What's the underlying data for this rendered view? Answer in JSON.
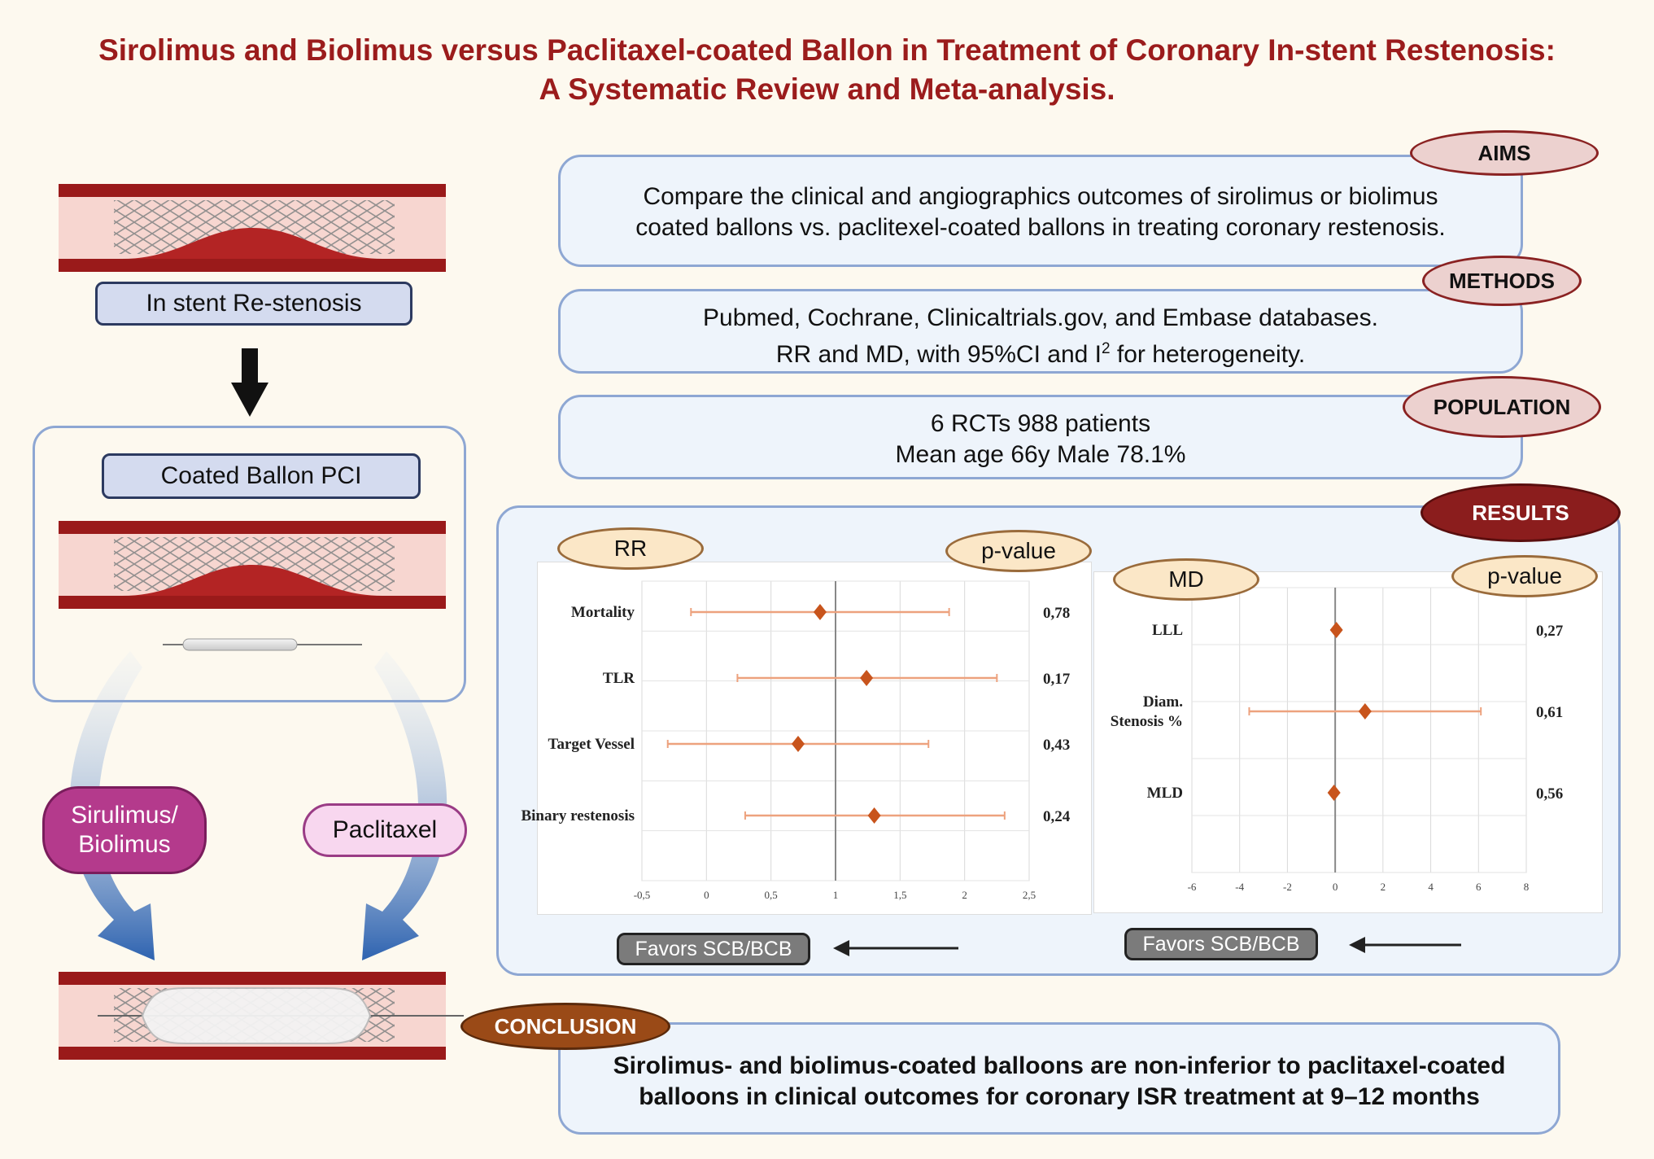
{
  "title": {
    "line1": "Sirolimus and Biolimus versus Paclitaxel-coated Ballon in Treatment of Coronary In-stent Restenosis:",
    "line2": "A Systematic Review and Meta-analysis."
  },
  "left": {
    "isr_label": "In stent Re-stenosis",
    "pci_label": "Coated Ballon PCI",
    "sirolimus_label_line1": "Sirulimus/",
    "sirolimus_label_line2": "Biolimus",
    "paclitaxel_label": "Paclitaxel"
  },
  "aims": {
    "tag": "AIMS",
    "line1": "Compare the clinical and angiographics outcomes of sirolimus or biolimus",
    "line2": "coated ballons vs. paclitexel-coated ballons in treating coronary restenosis."
  },
  "methods": {
    "tag": "METHODS",
    "line1": "Pubmed, Cochrane, Clinicaltrials.gov, and Embase databases.",
    "line2_pre": "RR and MD, with 95%CI and I",
    "line2_sup": "2",
    "line2_post": " for heterogeneity."
  },
  "population": {
    "tag": "POPULATION",
    "line1": "6 RCTs 988 patients",
    "line2": "Mean age 66y Male 78.1%"
  },
  "results": {
    "tag": "RESULTS",
    "favors_rr": "Favors SCB/BCB",
    "favors_md": "Favors SCB/BCB"
  },
  "conclusion": {
    "tag": "CONCLUSION",
    "line1": "Sirolimus- and biolimus-coated balloons are non-inferior to paclitaxel-coated",
    "line2": "balloons in clinical outcomes for coronary ISR treatment at 9–12 months"
  },
  "colors": {
    "title": "#9b1c1c",
    "marker": "#c8541c",
    "ci_line": "#eda27e",
    "box_border": "#8ea7d3"
  },
  "chart_data": [
    {
      "type": "scatter",
      "label": "RR",
      "pvalue_header": "p-value",
      "categories": [
        "Mortality",
        "TLR",
        "Target Vessel",
        "Binary restenosis"
      ],
      "estimates": [
        0.88,
        1.24,
        0.71,
        1.3
      ],
      "ci_lower": [
        -0.12,
        0.24,
        -0.3,
        0.3
      ],
      "ci_upper": [
        1.88,
        2.25,
        1.72,
        2.31
      ],
      "pvalues": [
        "0,78",
        "0,17",
        "0,43",
        "0,24"
      ],
      "xlim": [
        -0.5,
        2.5
      ],
      "xticks": [
        "-0,5",
        "0",
        "0,5",
        "1",
        "1,5",
        "2",
        "2,5"
      ],
      "reference_line": 1,
      "grid": true
    },
    {
      "type": "scatter",
      "label": "MD",
      "pvalue_header": "p-value",
      "categories": [
        "LLL",
        "Diam. Stenosis %",
        "MLD"
      ],
      "category_lines": [
        [
          "LLL"
        ],
        [
          "Diam.",
          "Stenosis %"
        ],
        [
          "MLD"
        ]
      ],
      "estimates": [
        0.05,
        1.25,
        -0.05
      ],
      "ci_lower": [
        null,
        -3.6,
        null
      ],
      "ci_upper": [
        null,
        6.1,
        null
      ],
      "pvalues": [
        "0,27",
        "0,61",
        "0,56"
      ],
      "xlim": [
        -6,
        8
      ],
      "xticks": [
        "-6",
        "-4",
        "-2",
        "0",
        "2",
        "4",
        "6",
        "8"
      ],
      "reference_line": 0,
      "grid": true
    }
  ]
}
